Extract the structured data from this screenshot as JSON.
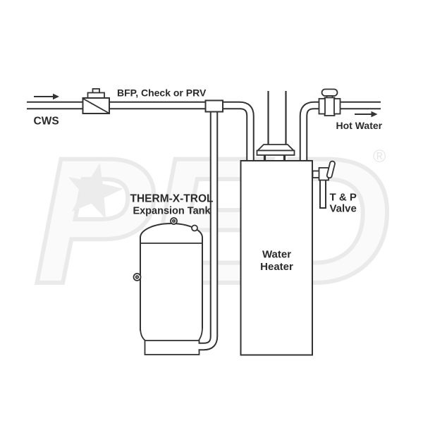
{
  "diagram": {
    "labels": {
      "cws": "CWS",
      "bfp": "BFP, Check or PRV",
      "hot_water": "Hot Water",
      "tank_line1": "THERM-X-TROL",
      "tank_line2": "Expansion Tank",
      "heater_line1": "Water",
      "heater_line2": "Heater",
      "tp_line1": "T & P",
      "tp_line2": "Valve"
    },
    "watermark": {
      "text": "PED",
      "registered_mark": "®"
    },
    "icons": {
      "watermark_star": "star",
      "cws_flow": "arrow-right",
      "hot_water_flow": "arrow-right"
    },
    "colors": {
      "background": "#ffffff",
      "line": "#333333",
      "label_text": "#2a2a2a",
      "watermark_outline": "#eaeaea",
      "watermark_star": "#ececec"
    }
  }
}
